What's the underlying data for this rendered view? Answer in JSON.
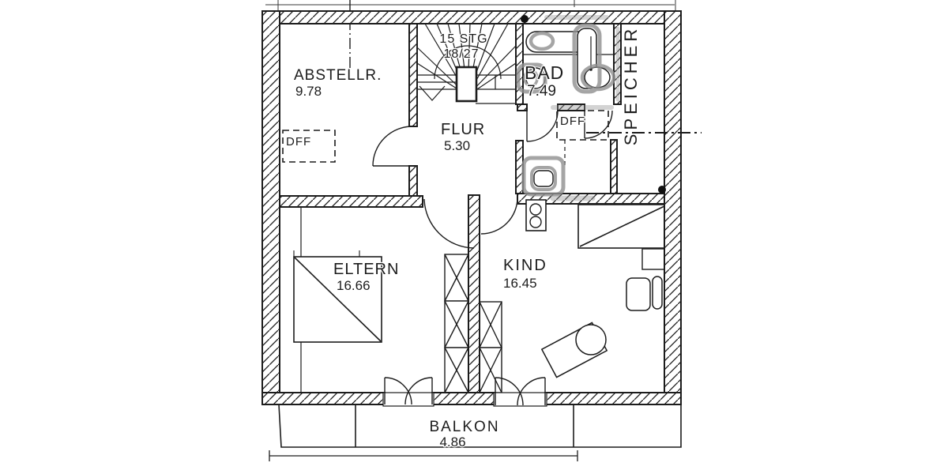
{
  "rooms": {
    "abstellraum": {
      "label": "ABSTELLR.",
      "area": "9.78"
    },
    "flur": {
      "label": "FLUR",
      "area": "5.30"
    },
    "bad": {
      "label": "BAD",
      "area": "7.49"
    },
    "speicher": {
      "label": "SPEICHER"
    },
    "eltern": {
      "label": "ELTERN",
      "area": "16.66"
    },
    "kind": {
      "label": "KIND",
      "area": "16.45"
    },
    "balkon": {
      "label": "BALKON",
      "area": "4.86"
    }
  },
  "stairs": {
    "line1": "15 STG",
    "line2": "18/27"
  },
  "roof_windows": {
    "label_1": "DFF",
    "label_2": "DFF"
  },
  "colors": {
    "ink": "#1c1c1c",
    "marker": "#8f8f8f",
    "paper": "#ffffff"
  }
}
